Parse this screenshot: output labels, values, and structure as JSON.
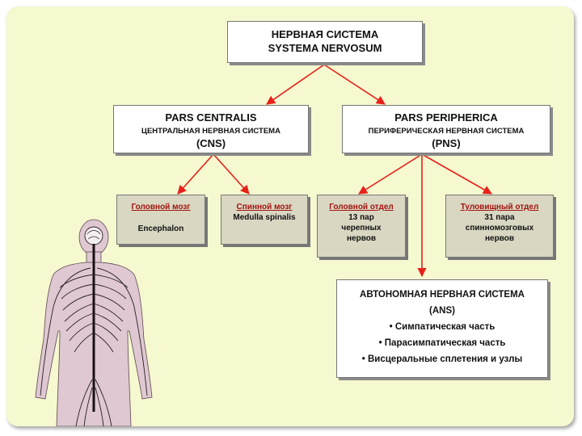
{
  "root": {
    "line1": "НЕРВНАЯ СИСТЕМА",
    "line2": "SYSTEMA NERVOSUM"
  },
  "central": {
    "latin": "PARS CENTRALIS",
    "russian": "ЦЕНТРАЛЬНАЯ НЕРВНАЯ СИСТЕМА",
    "abbr": "(CNS)"
  },
  "peripheral": {
    "latin": "PARS PERIPHERICA",
    "russian": "ПЕРИФЕРИЧЕСКАЯ НЕРВНАЯ СИСТЕМА",
    "abbr": "(PNS)"
  },
  "brain": {
    "title": "Головной мозг",
    "latin": "Encephalon"
  },
  "spinal_cord": {
    "title": "Спинной мозг",
    "latin": "Medulla spinalis"
  },
  "cranial_part": {
    "title": "Головной отдел",
    "line2": "13 пар",
    "line3": "черепных",
    "line4": "нервов"
  },
  "trunk_part": {
    "title": "Туловищный отдел",
    "line2": "31 пара",
    "line3": "спинномозговых",
    "line4": "нервов"
  },
  "ans": {
    "title": "АВТОНОМНАЯ НЕРВНАЯ СИСТЕМА",
    "abbr": "(ANS)",
    "items": [
      "• Симпатическая часть",
      "• Парасимпатическая часть",
      "• Висцеральные сплетения и узлы"
    ]
  },
  "colors": {
    "background": "#f6f8cf",
    "arrow": "#e8201a",
    "gray_box": "#d9d7c2",
    "accent_text": "#a3120f"
  },
  "icons": {
    "figure": "human-nervous-system-illustration"
  }
}
